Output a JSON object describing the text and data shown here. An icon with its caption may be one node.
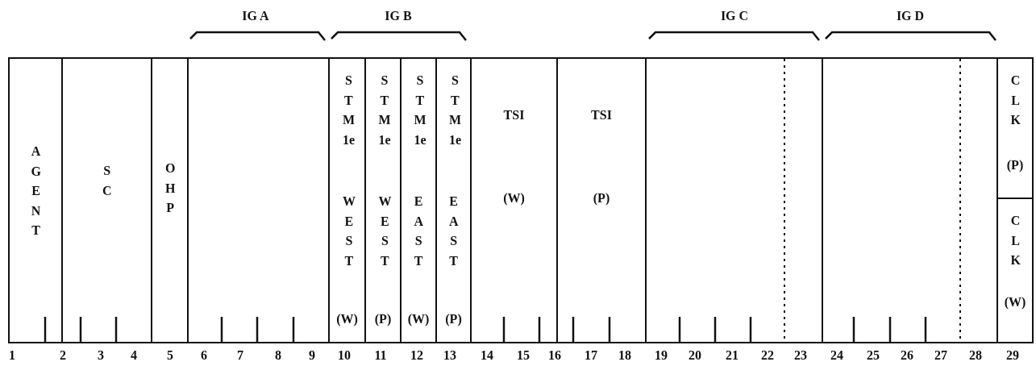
{
  "diagram": {
    "nodes": [
      {
        "text": [
          "AGENT"
        ]
      },
      {
        "text": [
          "SC"
        ]
      },
      {
        "text": [
          "OHP"
        ]
      },
      {
        "text": [],
        "shape": "box"
      },
      {
        "text": [
          "STM1e",
          "WEST",
          "(W)"
        ]
      },
      {
        "text": [
          "STM1e",
          "WEST",
          "(P)"
        ]
      },
      {
        "text": [
          "STM1e",
          "EAST",
          "(W)"
        ]
      },
      {
        "text": [
          "STM1e",
          "EAST",
          "(P)"
        ]
      },
      {
        "text": [
          "TSI",
          "(W)"
        ]
      },
      {
        "text": [
          "TSI",
          "(P)"
        ]
      },
      {
        "text": [],
        "shape": "box"
      },
      {
        "text": [],
        "shape": "box"
      },
      {
        "text": [
          "CLK",
          "(P)"
        ]
      },
      {
        "text": [
          "CLK",
          "(W)"
        ]
      }
    ],
    "edges": [],
    "labels": [
      "IG A",
      "IG B",
      "IG C",
      "IG D",
      "1",
      "2",
      "3",
      "4",
      "5",
      "6",
      "7",
      "8",
      "9",
      "10",
      "11",
      "12",
      "13",
      "14",
      "15",
      "16",
      "17",
      "18",
      "19",
      "20",
      "21",
      "22",
      "23",
      "24",
      "25",
      "26",
      "27",
      "28",
      "29"
    ]
  }
}
